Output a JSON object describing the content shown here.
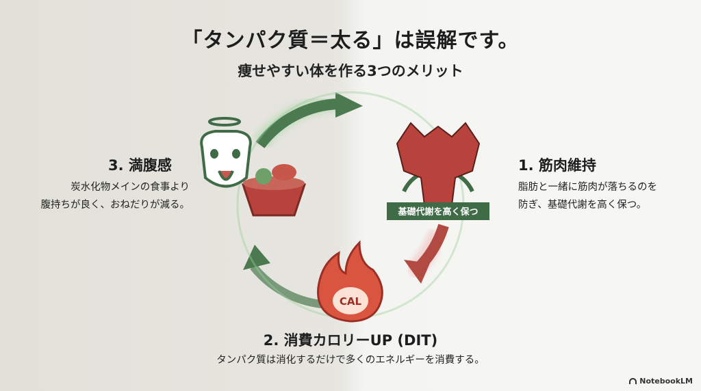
{
  "title": "「タンパク質＝太る」は誤解です。",
  "subtitle": "痩せやすい体を作る3つのメリット",
  "benefits": [
    {
      "heading": "1. 筋肉維持",
      "lines": [
        "脂肪と一緒に筋肉が落ちるのを",
        "防ぎ、基礎代謝を高く保つ。"
      ],
      "banner": "基礎代謝を高く保つ"
    },
    {
      "heading": "2. 消費カロリーUP (DIT)",
      "lines": [
        "タンパク質は消化するだけで多くのエネルギーを消費する。"
      ],
      "icon_label": "CAL"
    },
    {
      "heading": "3. 満腹感",
      "lines": [
        "炭水化物メインの食事より",
        "腹持ちが良く、おねだりが減る。"
      ]
    }
  ],
  "branding": "NotebookLM",
  "colors": {
    "green": "#3f6b47",
    "red": "#b8433c"
  }
}
